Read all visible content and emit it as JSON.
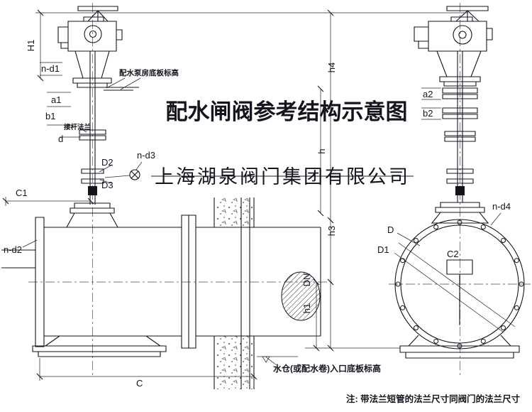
{
  "overlay": {
    "title": "配水闸阀参考结构示意图",
    "title_color": "#f50f00",
    "watermark": "上海湖泉阀门集团有限公司"
  },
  "notes": {
    "flange_note": "注: 带法兰短管的法兰尺寸同阀门的法兰尺寸",
    "pump_floor_label": "配水泵房底板标高",
    "inlet_floor_label": "水仓(或配水卷)入口底板标高",
    "stem_flange_label": "接杆法兰"
  },
  "dims": {
    "H1": "H1",
    "n_d1": "n-d1",
    "a1": "a1",
    "b1": "b1",
    "d": "d",
    "D2": "D2",
    "n_d3": "n-d3",
    "D3": "D3",
    "C1": "C1",
    "n_d2": "n-d2",
    "C": "C",
    "h4": "h4",
    "h": "h",
    "h3": "h3",
    "h1": "h1",
    "DN": "DN",
    "a2": "a2",
    "b2": "b2",
    "n_d4": "n-d4",
    "D": "D",
    "D1": "D1",
    "C2": "C2"
  }
}
